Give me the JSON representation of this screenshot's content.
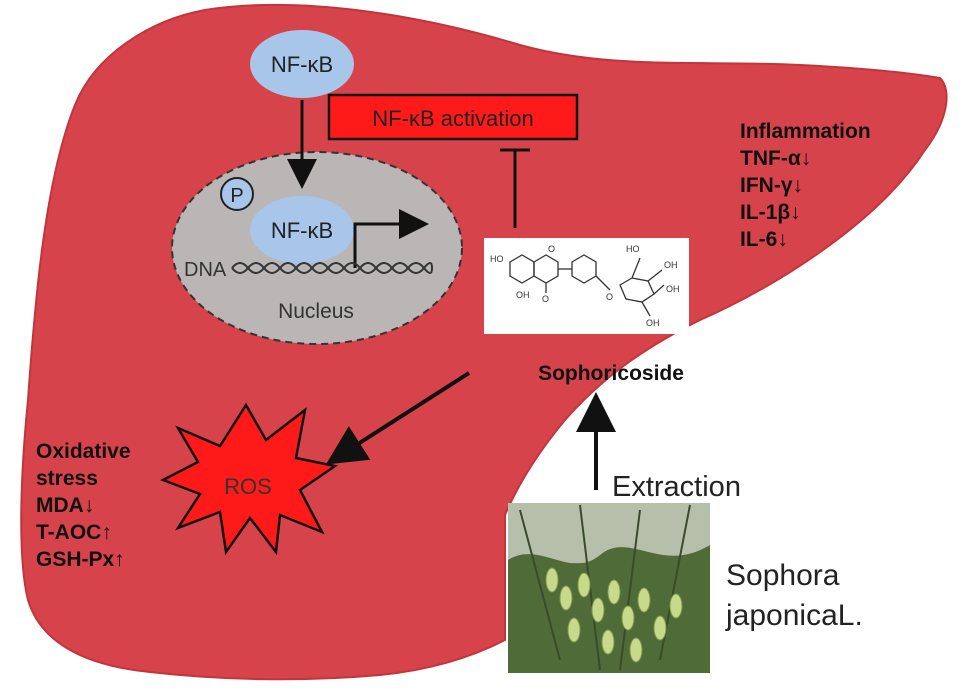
{
  "nfkb_top": "NF-κB",
  "nfkb_nucleus": "NF-κB",
  "phospho": "P",
  "dna": "DNA",
  "nucleus": "Nucleus",
  "activation_box": "NF-κB activation",
  "compound": "Sophoricoside",
  "extraction": "Extraction",
  "ros": "ROS",
  "plant": [
    "Sophora",
    "japonicaL."
  ],
  "inflammation": [
    "Inflammation",
    "TNF-α↓",
    "IFN-γ↓",
    "IL-1β↓",
    "IL-6↓"
  ],
  "oxidative": [
    "Oxidative",
    "stress",
    "MDA↓",
    "T-AOC↑",
    "GSH-Px↑"
  ],
  "structure_labels": [
    "HO",
    "OH",
    "O",
    "O",
    "O",
    "HO",
    "OH",
    "OH",
    "OH"
  ],
  "colors": {
    "liver": "#d6434a",
    "nfkb_fill": "#a7c6ea",
    "nucleus_fill": "#b9b6b5",
    "activation_fill": "#ff1a1a",
    "ros_fill": "#ff1a1a"
  }
}
